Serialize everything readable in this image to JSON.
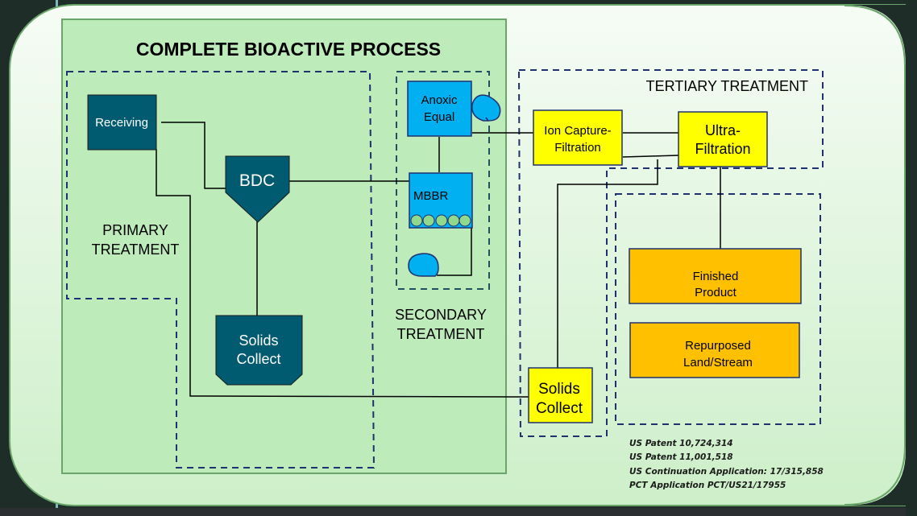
{
  "title": "COMPLETE BIOACTIVE PROCESS",
  "sections": {
    "primary": [
      "PRIMARY",
      "TREATMENT"
    ],
    "secondary": [
      "SECONDARY",
      "TREATMENT"
    ],
    "tertiary": "TERTIARY TREATMENT"
  },
  "nodes": {
    "receiving": "Receiving",
    "bdc": "BDC",
    "solids_collect_primary": [
      "Solids",
      "Collect"
    ],
    "anoxic_equal": [
      "Anoxic",
      "Equal"
    ],
    "mbbr": "MBBR",
    "ion_capture": [
      "Ion Capture-",
      "Filtration"
    ],
    "ultra_filtration": [
      "Ultra-",
      "Filtration"
    ],
    "solids_collect_tertiary": [
      "Solids",
      "Collect"
    ],
    "finished_product": [
      "Finished",
      "Product"
    ],
    "repurposed": [
      "Repurposed",
      "Land/Stream"
    ]
  },
  "patents": [
    "US Patent 10,724,314",
    "US Patent 11,001,518",
    "US Continuation Application: 17/315,858",
    "PCT Application PCT/US21/17955"
  ],
  "colors": {
    "dark_teal": "#005a70",
    "sky_blue": "#00b0f0",
    "yellow": "#ffff00",
    "orange": "#ffc000",
    "panel_green": "#bfebbc",
    "dash_navy": "#1f3170"
  }
}
